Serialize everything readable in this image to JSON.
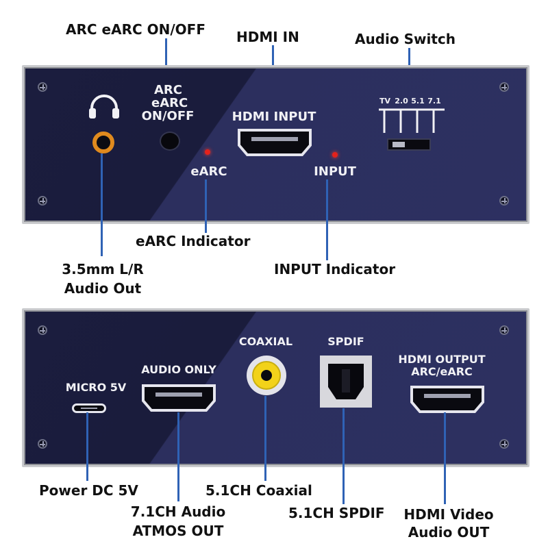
{
  "callouts": {
    "arc_switch": "ARC eARC ON/OFF",
    "hdmi_in": "HDMI IN",
    "audio_switch": "Audio Switch",
    "earc_indicator": "eARC Indicator",
    "input_indicator": "INPUT Indicator",
    "audio_out_line1": "3.5mm  L/R",
    "audio_out_line2": "Audio Out",
    "power": "Power DC 5V",
    "coaxial": "5.1CH Coaxial",
    "atmos_line1": "7.1CH Audio",
    "atmos_line2": "ATMOS OUT",
    "spdif": "5.1CH SPDIF",
    "hdmi_out_line1": "HDMI Video",
    "hdmi_out_line2": "Audio OUT"
  },
  "top_panel": {
    "arc_line1": "ARC",
    "arc_line2": "eARC",
    "arc_line3": "ON/OFF",
    "hdmi_input": "HDMI INPUT",
    "earc": "eARC",
    "input": "INPUT",
    "switch_positions": [
      "TV",
      "2.0",
      "5.1",
      "7.1"
    ]
  },
  "bottom_panel": {
    "micro": "MICRO 5V",
    "audio_only": "AUDIO ONLY",
    "coaxial": "COAXIAL",
    "spdif": "SPDIF",
    "hdmi_output_line1": "HDMI OUTPUT",
    "hdmi_output_line2": "ARC/eARC"
  },
  "colors": {
    "panel": "#1b1d3e",
    "leader_line": "#2f62b5",
    "led": "#e3221c",
    "headphone_jack": "#e08a1e",
    "coax_ring": "#f2d21a"
  },
  "icons": [
    "headphone-icon",
    "screw-icon"
  ]
}
